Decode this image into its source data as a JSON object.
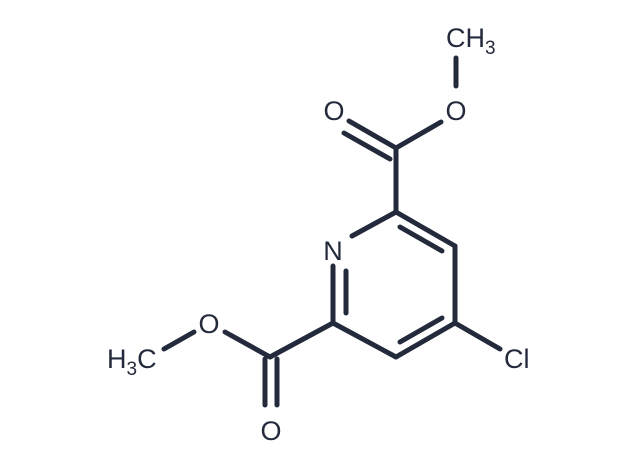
{
  "colors": {
    "bond": "#232a3b",
    "label": "#232a3b",
    "background": "#ffffff"
  },
  "labels": {
    "ring_n": "N",
    "chloro": "Cl",
    "top_carbonyl_o": "O",
    "top_ester_o": "O",
    "top_methyl_c": "CH",
    "top_methyl_sub": "3",
    "left_ester_o": "O",
    "left_methyl_h": "H",
    "left_methyl_sub": "3",
    "left_methyl_c": "C",
    "bottom_carbonyl_o": "O"
  }
}
